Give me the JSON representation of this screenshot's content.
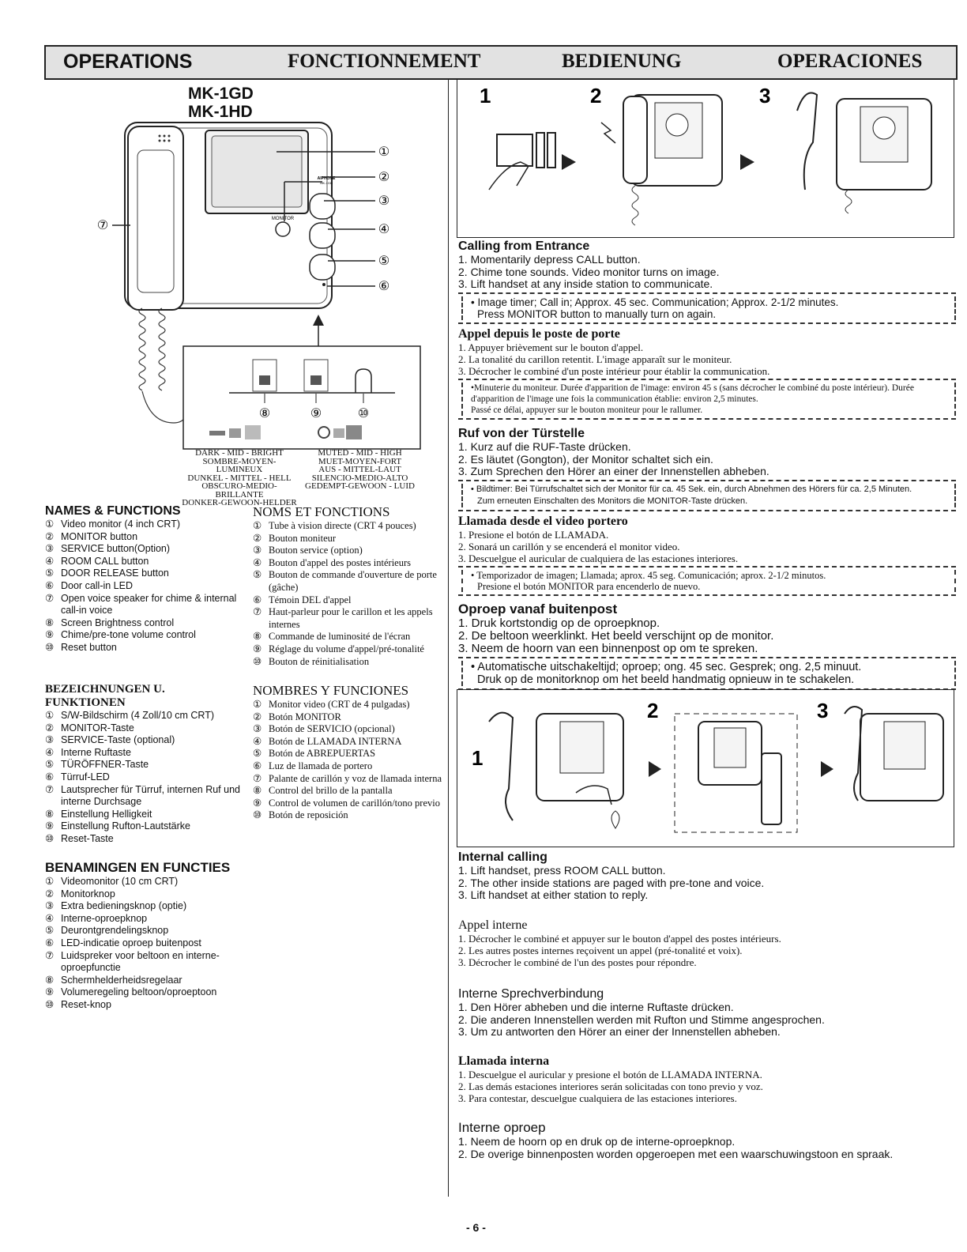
{
  "header": {
    "en": "OPERATIONS",
    "fr": "FONCTIONNEMENT",
    "de": "BEDIENUNG",
    "es": "OPERACIONES"
  },
  "models": [
    "MK-1GD",
    "MK-1HD"
  ],
  "diagram": {
    "monitor_brand": "AIPHONE",
    "monitor_model": "MK-1GD",
    "monitor_label": "MONITOR",
    "callouts": [
      "①",
      "②",
      "③",
      "④",
      "⑤",
      "⑥",
      "⑦",
      "⑧",
      "⑨",
      "⑩"
    ],
    "level_labels_left": [
      "DARK - MID - BRIGHT",
      "SOMBRE-MOYEN-LUMINEUX",
      "DUNKEL - MITTEL - HELL",
      "OBSCURO-MEDIO-BRILLANTE",
      "DONKER-GEWOON-HELDER"
    ],
    "level_labels_right": [
      "MUTED - MID - HIGH",
      "MUET-MOYEN-FORT",
      "AUS - MITTEL-LAUT",
      "SILENCIO-MEDIO-ALTO",
      "GEDEMPT-GEWOON - LUID"
    ]
  },
  "names_en": {
    "title": "NAMES & FUNCTIONS",
    "items": [
      "Video monitor (4 inch CRT)",
      "MONITOR button",
      "SERVICE button(Option)",
      "ROOM CALL button",
      "DOOR RELEASE button",
      "Door call-in LED",
      "Open voice speaker for chime & internal call-in voice",
      "Screen Brightness control",
      "Chime/pre-tone volume control",
      "Reset button"
    ]
  },
  "names_fr": {
    "title": "NOMS ET FONCTIONS",
    "items": [
      "Tube à vision directe (CRT 4 pouces)",
      "Bouton moniteur",
      "Bouton service (option)",
      "Bouton d'appel des postes intérieurs",
      "Bouton de commande d'ouverture de porte (gâche)",
      "Témoin DEL d'appel",
      "Haut-parleur pour le carillon et les appels internes",
      "Commande de luminosité de l'écran",
      "Réglage du volume d'appel/pré-tonalité",
      "Bouton de réinitialisation"
    ]
  },
  "names_de": {
    "title": "BEZEICHNUNGEN U. FUNKTIONEN",
    "items": [
      "S/W-Bildschirm (4 Zoll/10 cm CRT)",
      "MONITOR-Taste",
      "SERVICE-Taste (optional)",
      "Interne Ruftaste",
      "TÜRÖFFNER-Taste",
      "Türruf-LED",
      "Lautsprecher für Türruf, internen Ruf und interne Durchsage",
      "Einstellung Helligkeit",
      "Einstellung Rufton-Lautstärke",
      "Reset-Taste"
    ]
  },
  "names_es": {
    "title": "NOMBRES Y FUNCIONES",
    "items": [
      "Monitor video (CRT de 4 pulgadas)",
      "Botón MONITOR",
      "Botón de SERVICIO (opcional)",
      "Botón de LLAMADA INTERNA",
      "Botón de ABREPUERTAS",
      "Luz de llamada de portero",
      "Palante de carillón y voz de llamada interna",
      "Control del brillo de la pantalla",
      "Control de volumen de carillón/tono previo",
      "Botón de reposición"
    ]
  },
  "names_nl": {
    "title": "BENAMINGEN EN FUNCTIES",
    "items": [
      "Videomonitor (10 cm CRT)",
      "Monitorknop",
      "Extra bedieningsknop (optie)",
      "Interne-oproepknop",
      "Deurontgrendelingsknop",
      "LED-indicatie oproep buitenpost",
      "Luidspreker voor beltoon en interne-oproepfunctie",
      "Schermhelderheidsregelaar",
      "Volumeregeling beltoon/oproeptoon",
      "Reset-knop"
    ]
  },
  "fig1_steps": [
    "1",
    "2",
    "3"
  ],
  "fig2_steps": [
    "1",
    "2",
    "3"
  ],
  "calling": [
    {
      "title": "Calling from Entrance",
      "steps": [
        "1. Momentarily depress CALL button.",
        "2. Chime tone sounds. Video monitor turns on image.",
        "3. Lift handset at any inside station to communicate."
      ],
      "notes": [
        "• Image timer; Call in; Approx. 45 sec. Communication; Approx. 2-1/2 minutes.",
        "Press MONITOR button to manually turn on again."
      ]
    },
    {
      "title": "Appel depuis le poste de porte",
      "steps": [
        "1. Appuyer brièvement sur le bouton d'appel.",
        "2. La tonalité du carillon retentit. L'image apparaît sur le moniteur.",
        "3. Décrocher le combiné d'un poste intérieur pour établir la communication."
      ],
      "notes": [
        "•Minuterie du moniteur. Durée d'apparition de l'image: environ 45 s (sans décrocher le combiné du poste intérieur). Durée d'apparition de l'image une fois la communication établie: environ 2,5 minutes.",
        "Passé ce délai, appuyer sur le bouton moniteur pour le rallumer."
      ]
    },
    {
      "title": "Ruf von der Türstelle",
      "steps": [
        "1. Kurz auf die RUF-Taste drücken.",
        "2. Es läutet (Gongton), der Monitor schaltet sich ein.",
        "3. Zum Sprechen den Hörer an einer der Innenstellen abheben."
      ],
      "notes": [
        "• Bildtimer: Bei Türrufschaltet sich der Monitor für ca. 45 Sek. ein, durch Abnehmen des Hörers für ca. 2,5 Minuten.",
        "Zum erneuten Einschalten des Monitors die MONITOR-Taste drücken."
      ]
    },
    {
      "title": "Llamada desde el video portero",
      "steps": [
        "1. Presione el botón de LLAMADA.",
        "2. Sonará un carillón y se encenderá el monitor video.",
        "3. Descuelgue el auricular de cualquiera de las estaciones interiores."
      ],
      "notes": [
        "• Temporizador de imagen; Llamada; aprox. 45 seg. Comunicación; aprox. 2-1/2 minutos.",
        "Presione el botón MONITOR para encenderlo de nuevo."
      ]
    },
    {
      "title": "Oproep vanaf buitenpost",
      "steps": [
        "1. Druk kortstondig op de oproepknop.",
        "2. De beltoon weerklinkt. Het beeld verschijnt op de monitor.",
        "3. Neem de hoorn van een binnenpost op om te spreken."
      ],
      "notes": [
        "• Automatische uitschakeltijd; oproep; ong. 45 sec. Gesprek; ong. 2,5 minuut.",
        "Druk op de monitorknop om het beeld handmatig opnieuw in te schakelen."
      ]
    }
  ],
  "internal": [
    {
      "title": "Internal calling",
      "steps": [
        "1. Lift handset, press ROOM CALL button.",
        "2. The other inside stations are paged with pre-tone and voice.",
        "3. Lift handset at either station to reply."
      ]
    },
    {
      "title": "Appel interne",
      "steps": [
        "1. Décrocher le combiné et appuyer sur le bouton d'appel des postes intérieurs.",
        "2. Les autres postes internes reçoivent un appel (pré-tonalité et voix).",
        "3. Décrocher le combiné de l'un des postes pour répondre."
      ]
    },
    {
      "title": "Interne Sprechverbindung",
      "steps": [
        "1. Den Hörer abheben und die interne Ruftaste drücken.",
        "2. Die anderen Innenstellen werden mit Rufton und Stimme angesprochen.",
        "3. Um zu antworten den Hörer an einer der Innenstellen abheben."
      ]
    },
    {
      "title": "Llamada interna",
      "steps": [
        "1. Descuelgue el auricular y presione el botón de LLAMADA INTERNA.",
        "2. Las demás estaciones interiores serán solicitadas con tono previo y voz.",
        "3. Para contestar, descuelgue cualquiera de las estaciones interiores."
      ]
    },
    {
      "title": "Interne oproep",
      "steps": [
        "1. Neem de hoorn op en druk op de interne-oproepknop.",
        "2. De overige binnenposten worden opgeroepen met een waarschuwingstoon en spraak."
      ]
    }
  ],
  "page_number": "- 6 -"
}
